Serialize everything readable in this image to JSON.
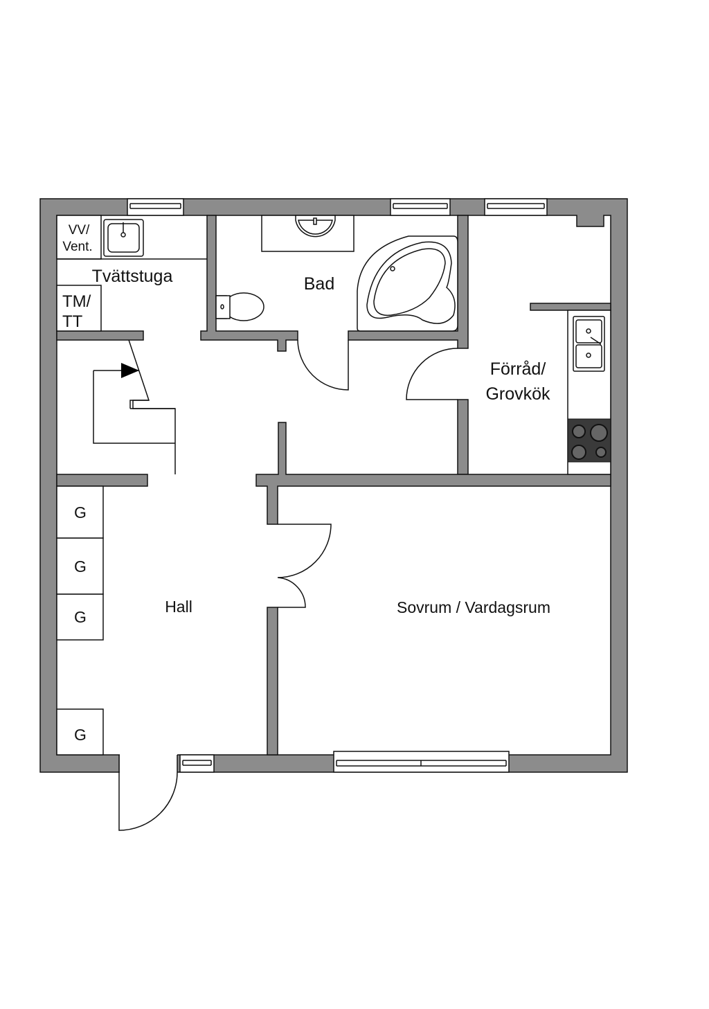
{
  "rooms": {
    "laundry": "Tvättstuga",
    "vv_line1": "VV/",
    "vv_line2": "Vent.",
    "tm_line1": "TM/",
    "tm_line2": "TT",
    "bath": "Bad",
    "storage_line1": "Förråd/",
    "storage_line2": "Grovkök",
    "hall": "Hall",
    "bedroom": "Sovrum / Vardagsrum"
  },
  "closets": [
    "G",
    "G",
    "G",
    "G"
  ],
  "colors": {
    "wall": "#8c8c8c",
    "stove": "#3a3a3a"
  }
}
